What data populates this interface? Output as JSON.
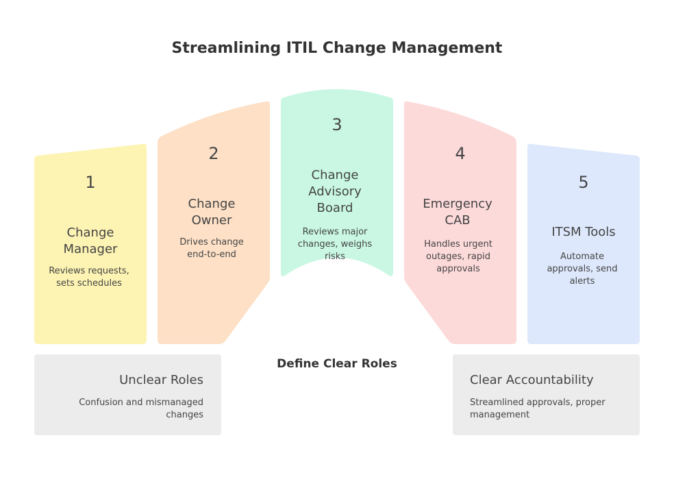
{
  "title": "Streamlining ITIL Change Management",
  "center_label": "Define Clear Roles",
  "roles": [
    {
      "number": "1",
      "name_lines": [
        "Change",
        "Manager"
      ],
      "desc_lines": [
        "Reviews requests,",
        "sets schedules"
      ],
      "color": "#fdf3b3"
    },
    {
      "number": "2",
      "name_lines": [
        "Change",
        "Owner"
      ],
      "desc_lines": [
        "Drives change",
        "end-to-end"
      ],
      "color": "#fde0c6"
    },
    {
      "number": "3",
      "name_lines": [
        "Change",
        "Advisory",
        "Board"
      ],
      "desc_lines": [
        "Reviews major",
        "changes, weighs",
        "risks"
      ],
      "color": "#c9f7e4"
    },
    {
      "number": "4",
      "name_lines": [
        "Emergency",
        "CAB"
      ],
      "desc_lines": [
        "Handles urgent",
        "outages, rapid",
        "approvals"
      ],
      "color": "#fddada"
    },
    {
      "number": "5",
      "name_lines": [
        "ITSM Tools"
      ],
      "desc_lines": [
        "Automate",
        "approvals, send",
        "alerts"
      ],
      "color": "#dde8fc"
    }
  ],
  "left_box": {
    "title": "Unclear Roles",
    "desc_lines": [
      "Confusion and mismanaged",
      "changes"
    ],
    "color": "#ececec"
  },
  "right_box": {
    "title": "Clear Accountability",
    "desc_lines": [
      "Streamlined approvals, proper",
      "management"
    ],
    "color": "#ececec"
  }
}
